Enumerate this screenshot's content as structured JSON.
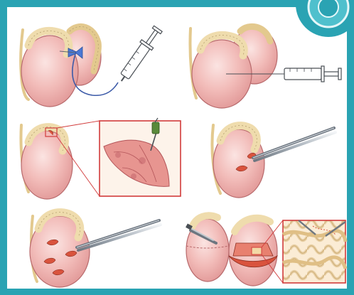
{
  "figure": {
    "panels": [
      {
        "id": "panel-1",
        "depicts": "needle-aspiration-with-butterfly-needle"
      },
      {
        "id": "panel-2",
        "depicts": "fine-needle-aspiration-with-syringe"
      },
      {
        "id": "panel-3",
        "depicts": "percutaneous-core-biopsy-with-magnified-inset"
      },
      {
        "id": "panel-4",
        "depicts": "single-incision-biopsy-with-forceps"
      },
      {
        "id": "panel-5",
        "depicts": "multiple-incision-biopsies-with-forceps"
      },
      {
        "id": "panel-6",
        "depicts": "open-testicular-biopsy-with-microdissection-inset"
      }
    ],
    "colors": {
      "frame": "#2aa3b3",
      "testis_fill": "#f0b9b7",
      "testis_stroke": "#b86a6c",
      "epididymis_fill": "#f1e3bf",
      "epididymis_stroke": "#b5a070",
      "incision": "#d9533d",
      "inset_border": "#d13b3b",
      "instrument": "#8c96a0",
      "tubing": "#3c5aa8",
      "wing": "#4a78d4"
    },
    "badge_icon": "eye-logo-icon"
  }
}
